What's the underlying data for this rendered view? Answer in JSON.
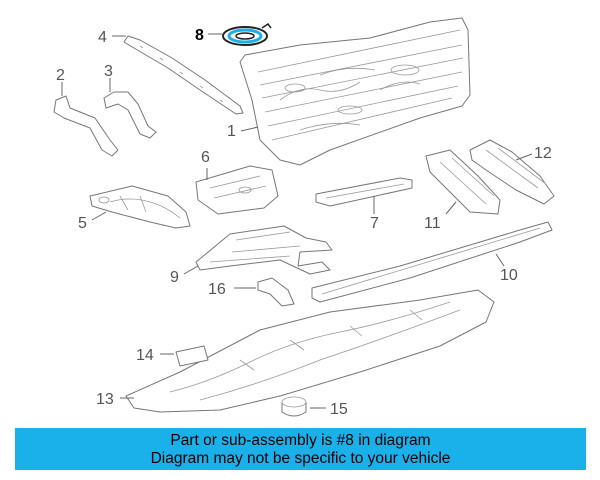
{
  "callouts": {
    "c1": "1",
    "c2": "2",
    "c3": "3",
    "c4": "4",
    "c5": "5",
    "c6": "6",
    "c7": "7",
    "c8": "8",
    "c9": "9",
    "c10": "10",
    "c11": "11",
    "c12": "12",
    "c13": "13",
    "c14": "14",
    "c15": "15",
    "c16": "16"
  },
  "highlighted_part": "8",
  "banner": {
    "line1": "Part or sub-assembly is #8 in diagram",
    "line2": "Diagram may not be specific to your vehicle",
    "background": "#1ab0ea"
  },
  "colors": {
    "highlight_ring": "#1ab0ea",
    "line": "#777777"
  }
}
